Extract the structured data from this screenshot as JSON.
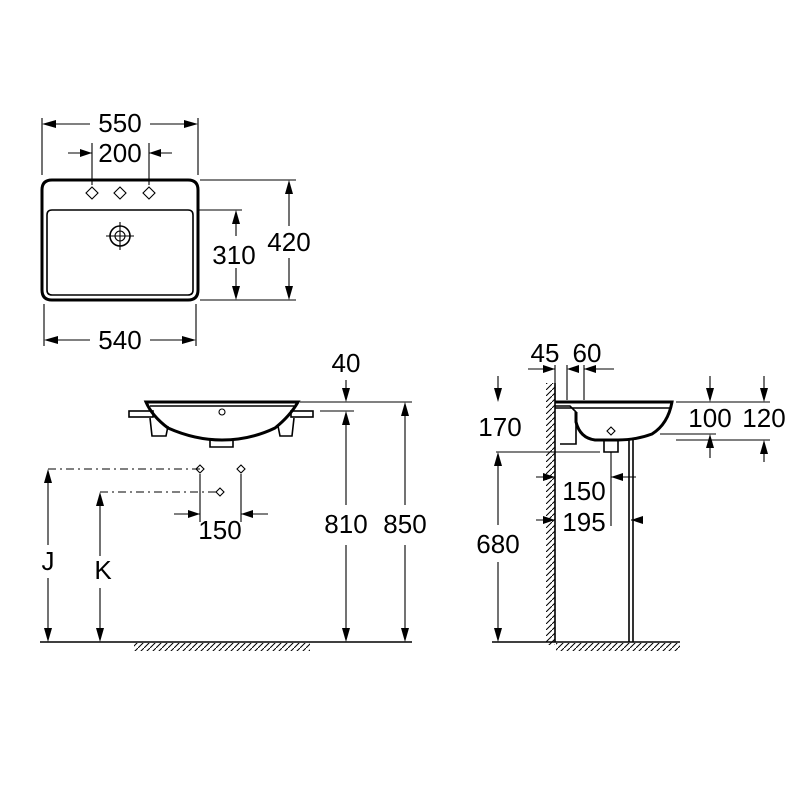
{
  "dimensions": {
    "top_width": "550",
    "tap_spacing": "200",
    "bowl_depth": "310",
    "overall_depth": "420",
    "bottom_width": "540",
    "rim_thickness": "40",
    "hole_spacing": "150",
    "height_rim_underside": "810",
    "height_top": "850",
    "label_j": "J",
    "label_k": "K",
    "wall_offset": "45",
    "tap_offset": "60",
    "drain_height": "170",
    "bowl_height_inner": "100",
    "bowl_height_outer": "120",
    "trap_height": "680",
    "waste_offset_a": "150",
    "waste_offset_b": "195"
  }
}
